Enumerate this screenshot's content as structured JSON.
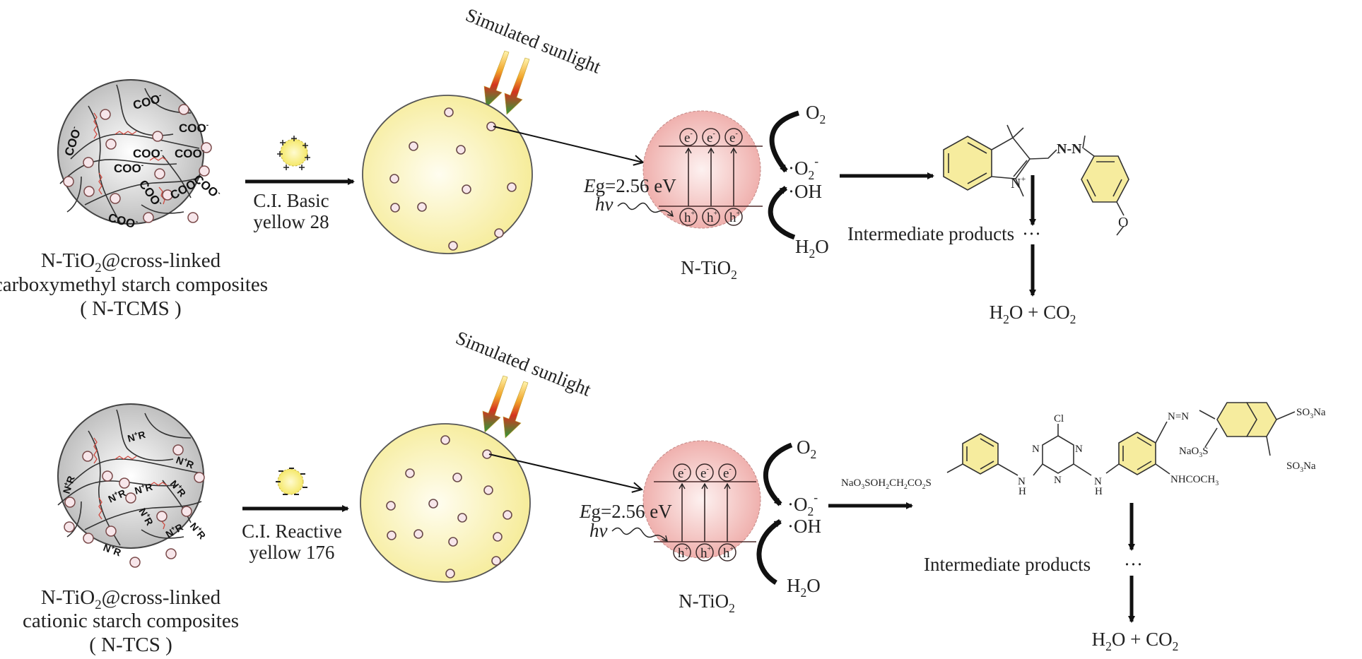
{
  "diagram": {
    "title": "Photocatalytic degradation mechanism of dyes by N-TiO2@cross-linked starch composites",
    "panels": [
      {
        "id": "top",
        "composite": {
          "name_line1_pre": "N-TiO",
          "name_line1_sub": "2",
          "name_line1_post": "@cross-linked",
          "name_line2": "carboxymethyl starch composites",
          "abbreviation": "( N-TCMS )",
          "functional_group": "COO",
          "functional_group_charge": "-"
        },
        "dye": {
          "label_line1": "C.I. Basic",
          "label_line2": "yellow  28",
          "charge_sign": "+"
        },
        "light": {
          "label": "Simulated sunlight"
        },
        "photocatalyst": {
          "bandgap_prefix": "E",
          "bandgap_text": "g=2.56 eV",
          "photon": "hv",
          "electron": "e",
          "hole": "h",
          "electron_charge": "-",
          "hole_charge": "+",
          "name_pre": "N-TiO",
          "name_sub": "2"
        },
        "reactions": {
          "o2_pre": "O",
          "o2_sub": "2",
          "superoxide_pre": "·O",
          "superoxide_sub": "2",
          "superoxide_sup": "-",
          "hydroxyl": "·OH",
          "water_pre": "H",
          "water_sub": "2",
          "water_post": "O"
        },
        "molecule": {
          "atoms": [
            "N",
            "N",
            "N",
            "+",
            "O"
          ]
        },
        "intermediate": "Intermediate products",
        "ellipsis": "···",
        "final": {
          "p1": "H",
          "s1": "2",
          "p2": "O + CO",
          "s2": "2"
        }
      },
      {
        "id": "bottom",
        "composite": {
          "name_line1_pre": "N-TiO",
          "name_line1_sub": "2",
          "name_line1_post": "@cross-linked",
          "name_line2": "cationic starch composites",
          "abbreviation": "( N-TCS )",
          "functional_group": "N",
          "functional_group_charge": "+",
          "functional_group_suffix": "R"
        },
        "dye": {
          "label_line1": "C.I. Reactive",
          "label_line2": "yellow  176",
          "charge_sign": "-"
        },
        "light": {
          "label": "Simulated sunlight"
        },
        "photocatalyst": {
          "bandgap_prefix": "E",
          "bandgap_text": "g=2.56 eV",
          "photon": "hv",
          "electron": "e",
          "hole": "h",
          "electron_charge": "-",
          "hole_charge": "+",
          "name_pre": "N-TiO",
          "name_sub": "2"
        },
        "reactions": {
          "o2_pre": "O",
          "o2_sub": "2",
          "superoxide_pre": "·O",
          "superoxide_sub": "2",
          "superoxide_sup": "-",
          "hydroxyl": "·OH",
          "water_pre": "H",
          "water_sub": "2",
          "water_post": "O"
        },
        "molecule": {
          "left_group": "NaO3SOH2CH2CO2S",
          "cl": "Cl",
          "n": "N",
          "h": "H",
          "azo": "N=N",
          "nhcoch3": "NHCOCH3",
          "so3na_left": "NaO3S",
          "so3na_top": "SO3Na",
          "so3na_bottom": "SO3Na"
        },
        "intermediate": "Intermediate products",
        "ellipsis": "···",
        "final": {
          "p1": "H",
          "s1": "2",
          "p2": "O + CO",
          "s2": "2"
        }
      }
    ],
    "colors": {
      "composite_fill": "#c9c9c9",
      "particle_fill": "#f7f0a8",
      "catalyst_fill": "#f0b7b4",
      "ring_fill": "#f6ec9e",
      "crosslink": "#d0443a",
      "bead_fill": "#f7e6ea"
    }
  }
}
